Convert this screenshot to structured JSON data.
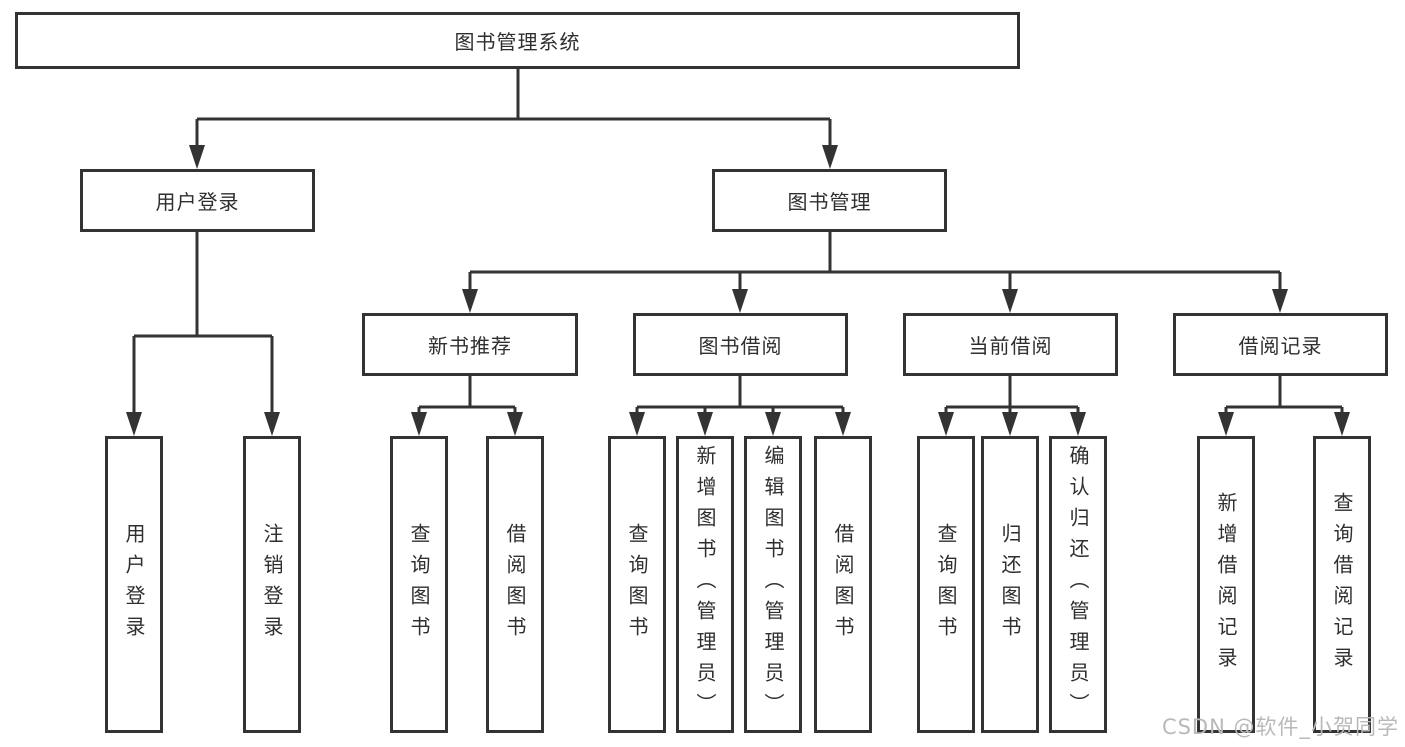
{
  "diagram": {
    "title": "图书管理系统",
    "branches": [
      {
        "label": "用户登录",
        "children": [
          {
            "label": "用户登录"
          },
          {
            "label": "注销登录"
          }
        ]
      },
      {
        "label": "图书管理",
        "children": [
          {
            "label": "新书推荐",
            "children": [
              {
                "label": "查询图书"
              },
              {
                "label": "借阅图书"
              }
            ]
          },
          {
            "label": "图书借阅",
            "children": [
              {
                "label": "查询图书"
              },
              {
                "label": "新增图书（管理员）"
              },
              {
                "label": "编辑图书（管理员）"
              },
              {
                "label": "借阅图书"
              }
            ]
          },
          {
            "label": "当前借阅",
            "children": [
              {
                "label": "查询图书"
              },
              {
                "label": "归还图书"
              },
              {
                "label": "确认归还（管理员）"
              }
            ]
          },
          {
            "label": "借阅记录",
            "children": [
              {
                "label": "新增借阅记录"
              },
              {
                "label": "查询借阅记录"
              }
            ]
          }
        ]
      }
    ]
  },
  "watermark": "CSDN @软件_小贺同学",
  "colors": {
    "line": "#333333",
    "text": "#2f2f2f",
    "watermark": "#b9b9b9",
    "background": "#ffffff"
  }
}
